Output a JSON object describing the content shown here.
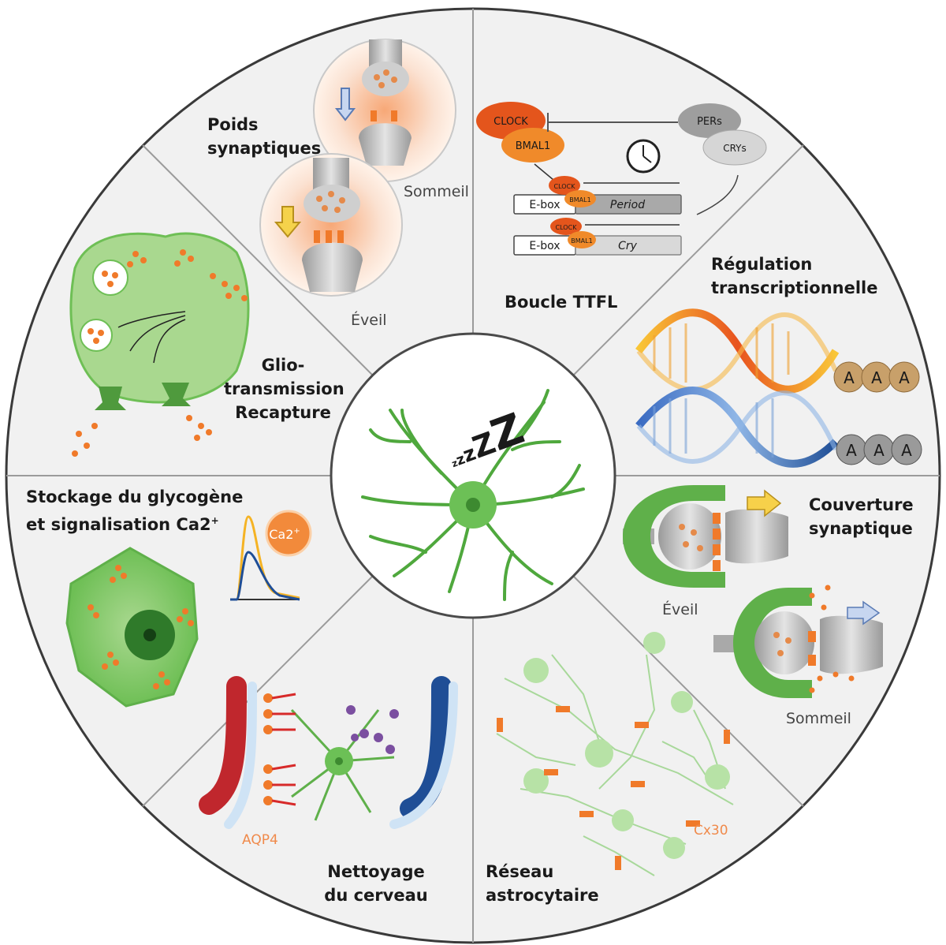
{
  "segments": {
    "poids_synaptiques": {
      "title_line1": "Poids",
      "title_line2": "synaptiques",
      "sleep_label": "Sommeil",
      "wake_label": "Éveil"
    },
    "boucle_ttfl": {
      "title": "Boucle TTFL",
      "clock": "CLOCK",
      "bmal1": "BMAL1",
      "pers": "PERs",
      "crys": "CRYs",
      "ebox": "E-box",
      "period": "Period",
      "cry": "Cry",
      "clock_small": "CLOCK",
      "bmal1_small": "BMAL1"
    },
    "regulation": {
      "title_line1": "Régulation",
      "title_line2": "transcriptionnelle",
      "polya": [
        "A",
        "A",
        "A"
      ]
    },
    "couverture": {
      "title_line1": "Couverture",
      "title_line2": "synaptique",
      "wake_label": "Éveil",
      "sleep_label": "Sommeil"
    },
    "reseau": {
      "title_line1": "Réseau",
      "title_line2": "astrocytaire",
      "cx30": "Cx30"
    },
    "nettoyage": {
      "title_line1": "Nettoyage",
      "title_line2": "du cerveau",
      "aqp4": "AQP4"
    },
    "stockage": {
      "title_line1": "Stockage du glycogène",
      "title_line2": "et signalisation Ca2",
      "sup": "+",
      "ca_label": "Ca2",
      "ca_sup": "+"
    },
    "glio": {
      "title_line1": "Glio-",
      "title_line2": "transmission",
      "title_line3": "Recapture"
    }
  },
  "center": {
    "sleep_text": "zzzZZ"
  },
  "colors": {
    "segment_fill": "#f1f1f1",
    "border": "#3a3a3a",
    "astro_green": "#5fb04a",
    "orange": "#f07a2a",
    "red_vessel": "#c0272d",
    "blue_vessel": "#1f4e96"
  }
}
